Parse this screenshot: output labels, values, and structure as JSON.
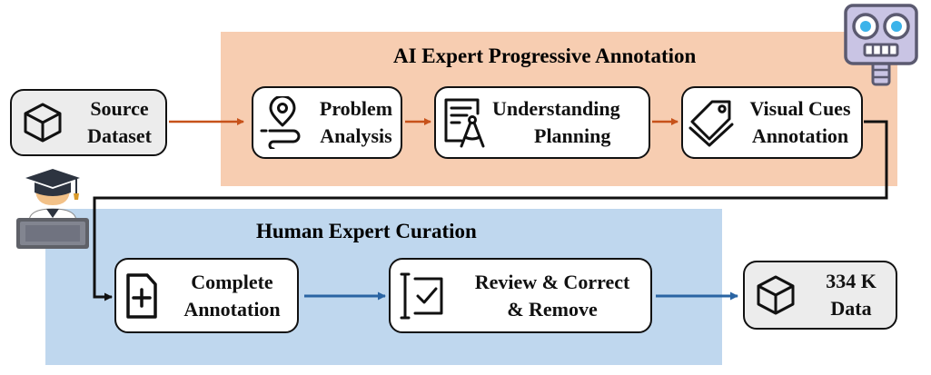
{
  "colors": {
    "ai_panel": "#f7cdb1",
    "human_panel": "#bfd7ee",
    "orange_arrow": "#c7521a",
    "blue_arrow": "#2a64a3",
    "box_border": "#111111",
    "gray_box": "#ececec",
    "robot_face": "#c9c4e4",
    "robot_eye": "#3bb3ea"
  },
  "ai_panel": {
    "title": "AI Expert Progressive Annotation"
  },
  "human_panel": {
    "title": "Human Expert Curation"
  },
  "nodes": {
    "source": {
      "line1": "Source",
      "line2": "Dataset",
      "icon": "cube-icon"
    },
    "problem": {
      "line1": "Problem",
      "line2": "Analysis",
      "icon": "map-pin-path-icon"
    },
    "understanding": {
      "line1": "Understanding",
      "line2": "Planning",
      "icon": "document-compass-icon"
    },
    "visual": {
      "line1": "Visual Cues",
      "line2": "Annotation",
      "icon": "tags-icon"
    },
    "complete": {
      "line1": "Complete",
      "line2": "Annotation",
      "icon": "file-plus-icon"
    },
    "review": {
      "line1": "Review & Correct",
      "line2": "& Remove",
      "icon": "checklist-icon"
    },
    "data": {
      "line1": "334 K",
      "line2": "Data",
      "icon": "cube-icon"
    }
  },
  "figures": {
    "ai": "robot-icon",
    "human": "teacher-icon"
  }
}
